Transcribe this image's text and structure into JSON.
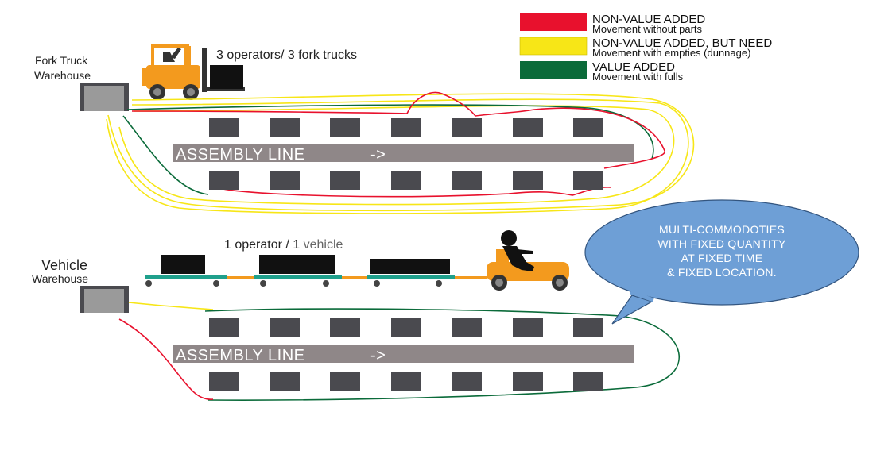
{
  "legend": [
    {
      "title": "NON-VALUE ADDED",
      "subtitle": "Movement without parts",
      "color": "#e8112d"
    },
    {
      "title": "NON-VALUE ADDED, BUT NEED",
      "subtitle": "Movement with empties (dunnage)",
      "color": "#f7e617"
    },
    {
      "title": "VALUE ADDED",
      "subtitle": "Movement with fulls",
      "color": "#0b6b3a"
    }
  ],
  "top_scenario": {
    "warehouse_line1": "Fork Truck",
    "warehouse_line2": "Warehouse",
    "operators_label": "3 operators/ 3 fork trucks",
    "assembly_label": "ASSEMBLY LINE",
    "arrow": "->"
  },
  "bottom_scenario": {
    "warehouse_line1": "Vehicle",
    "warehouse_line2": "Warehouse",
    "operators_label_a": "1 operator / 1 ",
    "operators_label_b": "vehicle",
    "assembly_label": "ASSEMBLY LINE",
    "arrow": "->"
  },
  "callout": {
    "lines": [
      "MULTI-COMMODOTIES",
      "WITH FIXED QUANTITY",
      "AT FIXED TIME",
      "& FIXED LOCATION."
    ]
  },
  "colors": {
    "station": "#4a4a4f",
    "line_bar": "#8f8788",
    "forklift": "#f39a1e",
    "cart": "#1fa08c",
    "bubble": "#6e9fd6"
  }
}
